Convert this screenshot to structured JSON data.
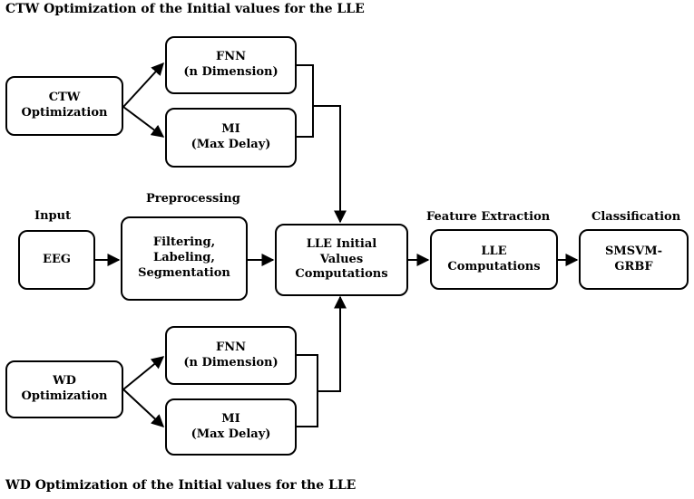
{
  "titles": {
    "top": "CTW  Optimization of the Initial values for the LLE",
    "bottom": "WD Optimization of the Initial values for the LLE"
  },
  "stage_labels": {
    "input": "Input",
    "preprocessing": "Preprocessing",
    "feature_extraction": "Feature Extraction",
    "classification": "Classification"
  },
  "boxes": {
    "ctw_optimization": [
      "CTW",
      "Optimization"
    ],
    "ctw_fnn": [
      "FNN",
      "(n Dimension)"
    ],
    "ctw_mi": [
      "MI",
      "(Max Delay)"
    ],
    "eeg": [
      "EEG"
    ],
    "preprocessing": [
      "Filtering,",
      "Labeling,",
      "Segmentation"
    ],
    "lle_initial": [
      "LLE  Initial",
      "Values",
      "Computations"
    ],
    "lle_computations": [
      "LLE",
      "Computations"
    ],
    "smsvm": [
      "SMSVM-",
      "GRBF"
    ],
    "wd_optimization": [
      "WD",
      "Optimization"
    ],
    "wd_fnn": [
      "FNN",
      "(n Dimension)"
    ],
    "wd_mi": [
      "MI",
      "(Max Delay)"
    ]
  }
}
